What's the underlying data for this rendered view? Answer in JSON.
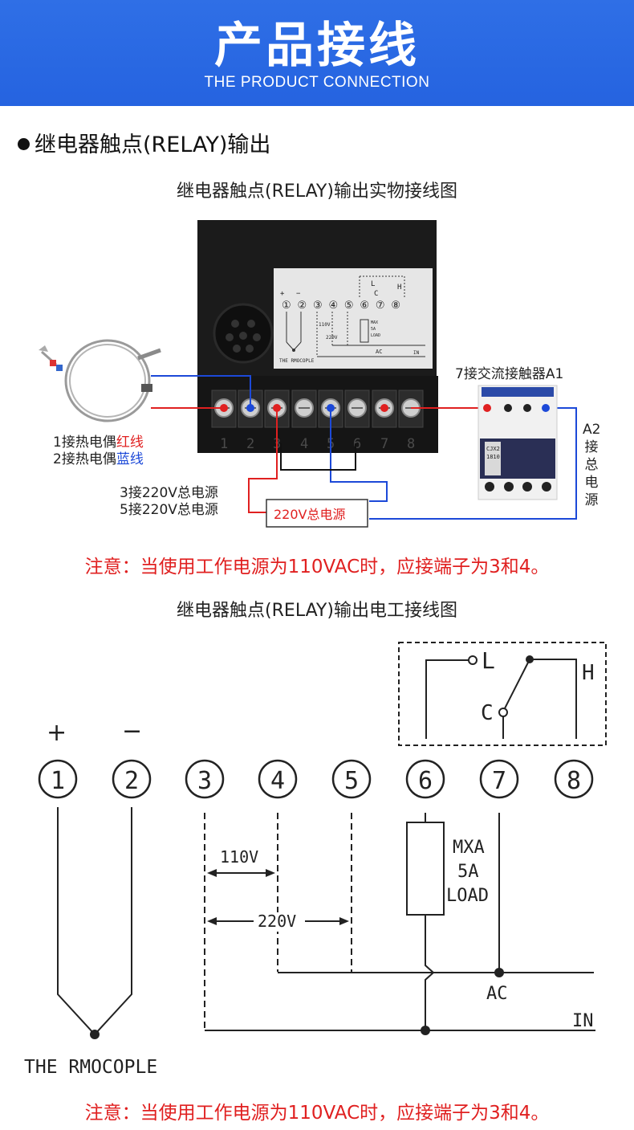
{
  "banner": {
    "title": "产品接线",
    "subtitle": "THE PRODUCT CONNECTION",
    "color": "#2563e0"
  },
  "section": {
    "heading": "继电器触点(RELAY)输出"
  },
  "photo_diagram": {
    "caption": "继电器触点(RELAY)输出实物接线图",
    "terminal_numbers": [
      "1",
      "2",
      "3",
      "4",
      "5",
      "6",
      "7",
      "8"
    ],
    "panel_sticker": {
      "plus": "+",
      "minus": "−",
      "circle_numbers": [
        "①",
        "②",
        "③",
        "④",
        "⑤",
        "⑥",
        "⑦",
        "⑧"
      ],
      "v110": "110V",
      "v220": "220V",
      "load": [
        "MAX",
        "5A",
        "LOAD"
      ],
      "ac": "AC",
      "in": "IN",
      "thermocouple": "THE RMOCOPLE",
      "L": "L",
      "C": "C",
      "H": "H"
    },
    "contactor_label": "7接交流接触器A1",
    "contactor_model": [
      "CJX2",
      "1810"
    ],
    "a2_label": [
      "A2",
      "接",
      "总",
      "电",
      "源"
    ],
    "thermo_red_prefix": "1接热电偶",
    "thermo_red_suffix": "红线",
    "thermo_blue_prefix": "2接热电偶",
    "thermo_blue_suffix": "蓝线",
    "power3": "3接220V总电源",
    "power5": "5接220V总电源",
    "power_box": "220V总电源",
    "note": "注意：当使用工作电源为110VAC时，应接端子为3和4。"
  },
  "schematic": {
    "caption": "继电器触点(RELAY)输出电工接线图",
    "terminals": [
      "1",
      "2",
      "3",
      "4",
      "5",
      "6",
      "7",
      "8"
    ],
    "plus": "+",
    "minus": "−",
    "relay_L": "L",
    "relay_C": "C",
    "relay_H": "H",
    "v110": "110V",
    "v220": "220V",
    "load_lines": [
      "MXA",
      "5A",
      "LOAD"
    ],
    "ac": "AC",
    "in": "IN",
    "thermocouple": "THE RMOCOPLE",
    "note": "注意：当使用工作电源为110VAC时，应接端子为3和4。"
  },
  "colors": {
    "red_wire": "#e02020",
    "blue_wire": "#1c49d8",
    "device_body": "#1b1b1b"
  }
}
